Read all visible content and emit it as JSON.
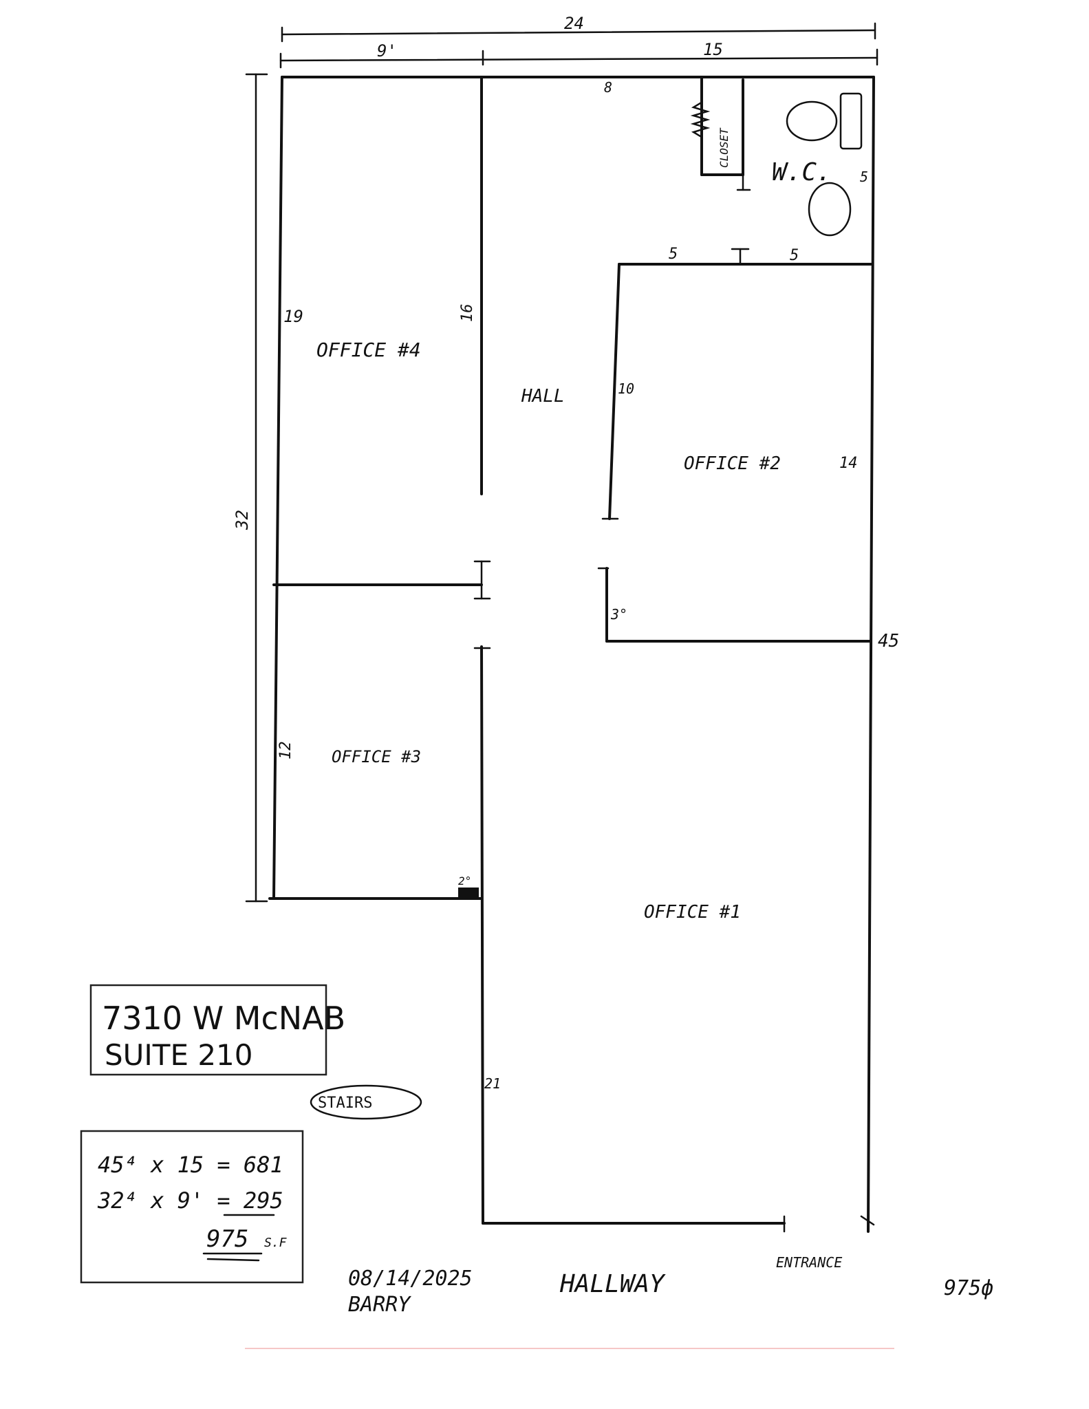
{
  "dimensions": {
    "total_width": "24",
    "left_width": "9'",
    "right_width": "15",
    "top_wall": "8",
    "total_depth": "32",
    "office4_depth": "19",
    "hall_wall": "16",
    "office2_wall_left": "10",
    "wc_top_left": "5",
    "wc_top_right": "5",
    "wc_right": "5",
    "office2_right": "14",
    "right_total": "45",
    "office2_bottom": "3°",
    "office3_left": "12",
    "office3_door": "2°",
    "office1_left": "21"
  },
  "rooms": {
    "office4": "OFFICE #4",
    "hall": "HALL",
    "office2": "OFFICE #2",
    "office3": "OFFICE #3",
    "office1": "OFFICE #1",
    "wc": "W.C.",
    "closet": "CLOSET"
  },
  "address": {
    "street": "7310 W McNAB",
    "suite": "SUITE 210"
  },
  "stairs": "STAIRS",
  "calc": {
    "line1": "45⁴ x 15 = 681",
    "line2": "32⁴ x 9' = 295",
    "total": "975",
    "unit": "S.F"
  },
  "footer": {
    "date": "08/14/2025",
    "author": "BARRY",
    "hallway": "HALLWAY",
    "entrance": "ENTRANCE",
    "code": "975ф"
  }
}
